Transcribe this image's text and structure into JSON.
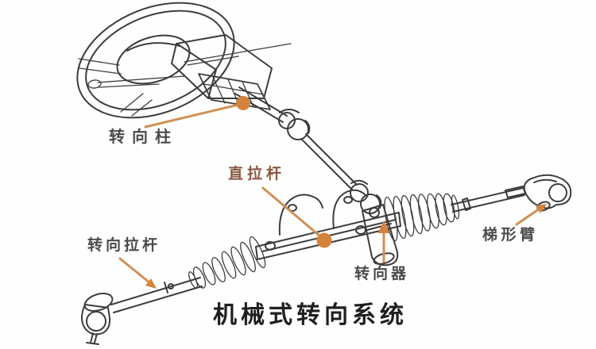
{
  "diagram": {
    "title": "机械式转向系统",
    "labels": [
      {
        "id": "steering-column",
        "text": "转向柱",
        "marker": "dot"
      },
      {
        "id": "drag-link",
        "text": "直拉杆",
        "marker": "dot"
      },
      {
        "id": "steering-tie-rod",
        "text": "转向拉杆",
        "marker": "arrow"
      },
      {
        "id": "steering-gear",
        "text": "转向器",
        "marker": "arrow"
      },
      {
        "id": "trapezoid-arm",
        "text": "梯形臂",
        "marker": "arrow"
      }
    ],
    "colors": {
      "leader": "#cf9055",
      "marker": "#d4833c",
      "label_text": "#4b4b4b",
      "drag_link_text": "#8a5843",
      "title_text": "#1f1f1f",
      "ink": "#3d3d3d",
      "background": "#fefefe"
    }
  }
}
